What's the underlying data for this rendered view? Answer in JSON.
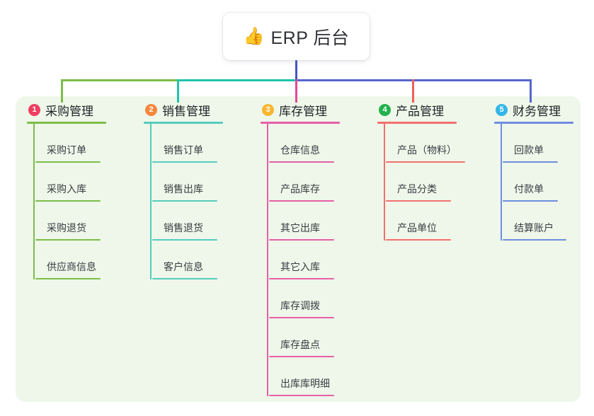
{
  "root": {
    "icon": "thumbs-up-icon",
    "emoji": "👍",
    "title": "ERP 后台"
  },
  "colors": {
    "panel_bg": "#eef7e9",
    "page_bg": "#ffffff",
    "stem": "#4455c0",
    "connector_green": "#7dbd4a",
    "connector_teal": "#1fc3ae",
    "connector_blue": "#5566cc",
    "drop_pink": "#e8469a",
    "drop_red": "#f25c5c",
    "text": "#3a3d44"
  },
  "columns": [
    {
      "number": "1",
      "title": "采购管理",
      "badge_color": "#ef3f63",
      "line_color": "#7dbd4a",
      "items": [
        "采购订单",
        "采购入库",
        "采购退货",
        "供应商信息"
      ]
    },
    {
      "number": "2",
      "title": "销售管理",
      "badge_color": "#f7873c",
      "line_color": "#56ccbe",
      "items": [
        "销售订单",
        "销售出库",
        "销售退货",
        "客户信息"
      ]
    },
    {
      "number": "3",
      "title": "库存管理",
      "badge_color": "#f7b731",
      "line_color": "#e85fa8",
      "items": [
        "仓库信息",
        "产品库存",
        "其它出库",
        "其它入库",
        "库存调拨",
        "库存盘点",
        "出库库明细"
      ]
    },
    {
      "number": "4",
      "title": "产品管理",
      "badge_color": "#22b14c",
      "line_color": "#f4706e",
      "items": [
        "产品（物料）",
        "产品分类",
        "产品单位"
      ]
    },
    {
      "number": "5",
      "title": "财务管理",
      "badge_color": "#33b5e8",
      "line_color": "#6f8de0",
      "items": [
        "回款单",
        "付款单",
        "结算账户"
      ]
    }
  ]
}
